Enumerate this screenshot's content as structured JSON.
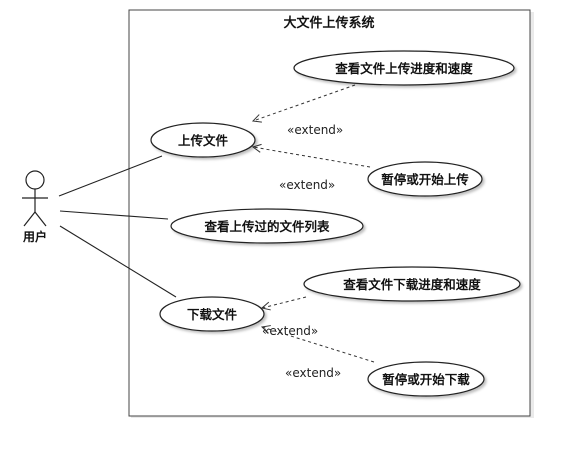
{
  "system": {
    "title": "大文件上传系统"
  },
  "actor": {
    "name": "用户"
  },
  "use_cases": {
    "upload": "上传文件",
    "view_upload_progress": "查看文件上传进度和速度",
    "pause_start_upload": "暂停或开始上传",
    "view_uploaded_list": "查看上传过的文件列表",
    "download": "下载文件",
    "view_download_progress": "查看文件下载进度和速度",
    "pause_start_download": "暂停或开始下载"
  },
  "relation_labels": {
    "extend_1": "«extend»",
    "extend_2": "«extend»",
    "extend_3": "«extend»",
    "extend_4": "«extend»"
  }
}
